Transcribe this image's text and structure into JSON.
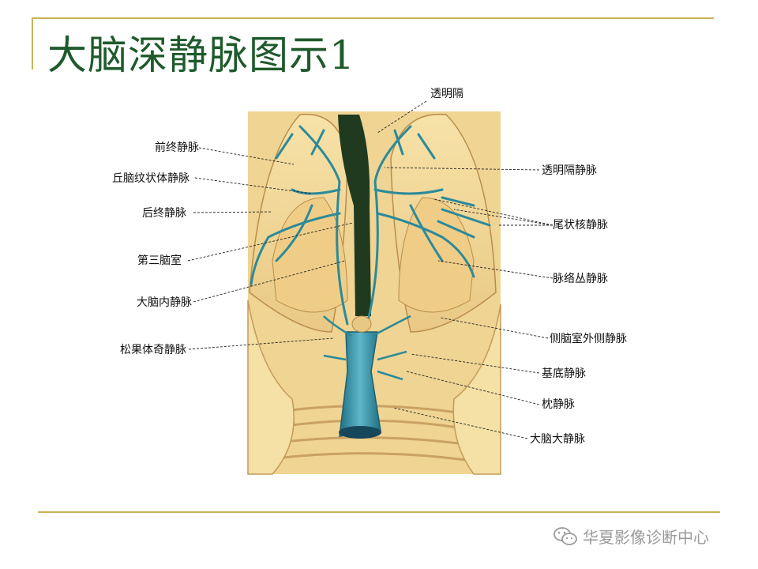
{
  "title": "大脑深静脉图示1",
  "labels": {
    "septum_pellucidum": "透明隔",
    "anterior_terminal_vein": "前终静脉",
    "thalamostriate_vein": "丘脑纹状体静脉",
    "posterior_terminal_vein": "后终静脉",
    "third_ventricle": "第三脑室",
    "internal_cerebral_vein": "大脑内静脉",
    "pineal_vein": "松果体奇静脉",
    "septal_vein": "透明隔静脉",
    "caudate_vein": "尾状核静脉",
    "choroid_plexus_vein": "脉络丛静脉",
    "lateral_ventricle_vein": "侧脑室外侧静脉",
    "basal_vein": "基底静脉",
    "occipital_vein": "枕静脉",
    "great_cerebral_vein": "大脑大静脉"
  },
  "footer": {
    "text": "华夏影像诊断中心",
    "icon": "wechat-icon"
  },
  "colors": {
    "title": "#1f5a2c",
    "rule": "#c9b25a",
    "vein": "#2b8a9a",
    "brain": "#f2d79a"
  }
}
